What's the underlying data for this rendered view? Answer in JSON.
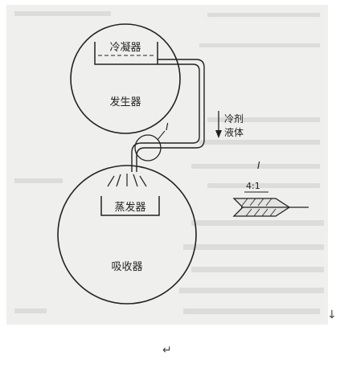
{
  "figure": {
    "condenser_label": "冷凝器",
    "generator_label": "发生器",
    "evaporator_label": "蒸发器",
    "absorber_label": "吸收器",
    "refrigerant_label_line1": "冷剂",
    "refrigerant_label_line2": "液体",
    "detail_marker_main": "I",
    "detail_marker_inset": "I",
    "detail_scale": "4:1"
  },
  "marks": {
    "paragraph": "↓",
    "line_return": "↵"
  }
}
